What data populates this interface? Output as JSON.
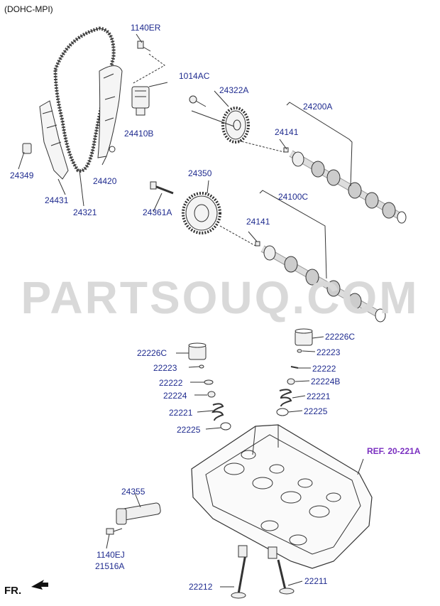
{
  "header": {
    "variant": "(DOHC-MPI)"
  },
  "watermark": "PARTSOUQ.COM",
  "front_marker": {
    "label": "FR.",
    "icon": "arrow-icon"
  },
  "reference": "REF. 20-221A",
  "parts": {
    "p1140ER": "1140ER",
    "p1014AC": "1014AC",
    "p24322A": "24322A",
    "p24200A": "24200A",
    "p24141_top": "24141",
    "p24410B": "24410B",
    "p24349": "24349",
    "p24420": "24420",
    "p24431": "24431",
    "p24321": "24321",
    "p24350": "24350",
    "p24361A": "24361A",
    "p24100C": "24100C",
    "p24141_bot": "24141",
    "p22226C_left": "22226C",
    "p22223_left": "22223",
    "p22222_left": "22222",
    "p22224": "22224",
    "p22221_left": "22221",
    "p22225_left": "22225",
    "p22226C_right": "22226C",
    "p22223_right": "22223",
    "p22222_right": "22222",
    "p22224B": "22224B",
    "p22221_right": "22221",
    "p22225_right": "22225",
    "p24355": "24355",
    "p1140EJ": "1140EJ",
    "p21516A": "21516A",
    "p22212": "22212",
    "p22211": "22211"
  },
  "colors": {
    "label": "#1f2b8f",
    "reference": "#7a2fc0",
    "line": "#333333",
    "watermark": "#d9d9d9"
  }
}
